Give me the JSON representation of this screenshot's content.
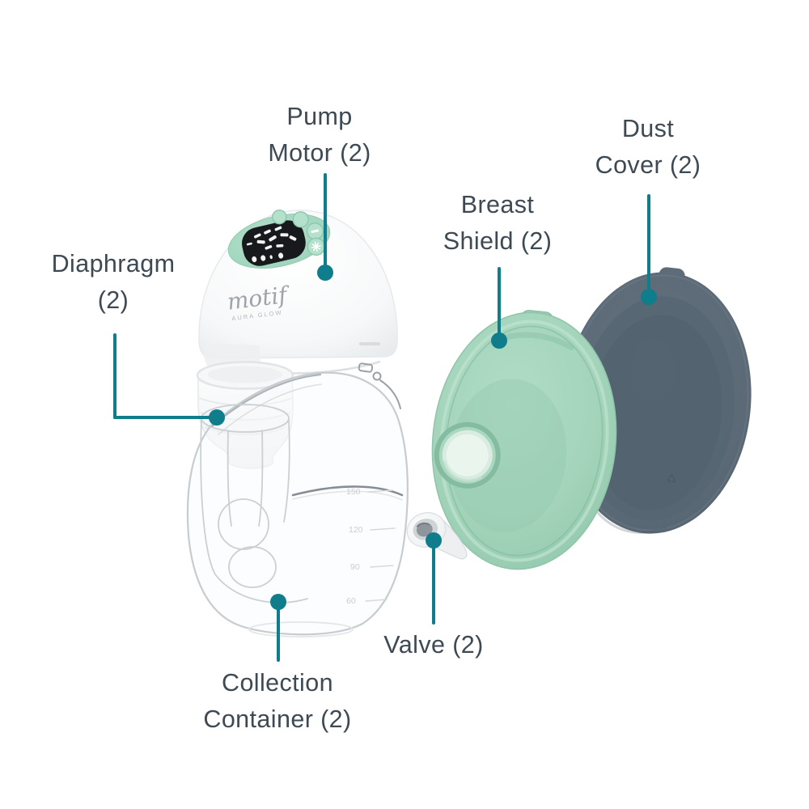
{
  "colors": {
    "accent": "#0F7D8B",
    "label": "#3D4A54",
    "mint": "#A5D6BC",
    "slate_cover": "#5C6B77",
    "background": "#FFFFFF"
  },
  "labels": {
    "pump_motor": {
      "line1": "Pump",
      "line2": "Motor (2)"
    },
    "dust_cover": {
      "line1": "Dust",
      "line2": "Cover (2)"
    },
    "breast_shield": {
      "line1": "Breast",
      "line2": "Shield (2)"
    },
    "diaphragm": {
      "line1": "Diaphragm",
      "line2": "(2)"
    },
    "valve": {
      "text": "Valve (2)"
    },
    "collection_container": {
      "line1": "Collection",
      "line2": "Container (2)"
    }
  },
  "device": {
    "brand": "motif",
    "brand_tagline": "AURA GLOW",
    "container_scale_marks": [
      "150",
      "120",
      "90",
      "60"
    ]
  }
}
